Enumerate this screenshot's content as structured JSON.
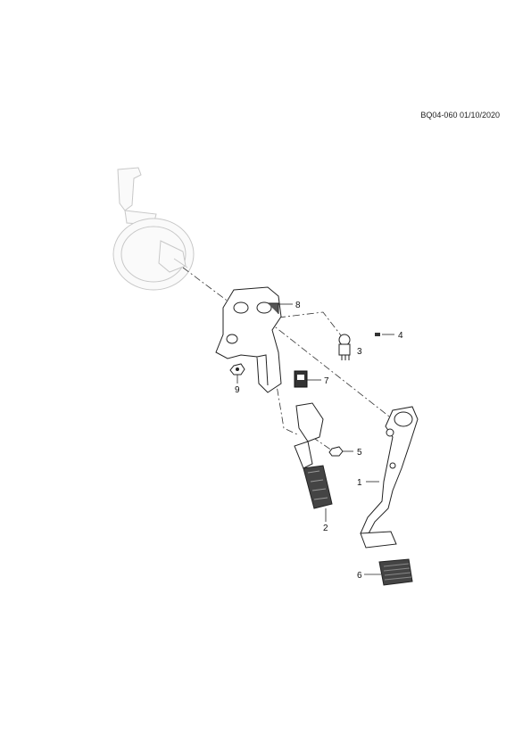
{
  "drawing_ref": "BQ04-060 01/10/2020",
  "callouts": [
    {
      "id": "1",
      "label": "1",
      "part": "brake-pedal-arm"
    },
    {
      "id": "2",
      "label": "2",
      "part": "accelerator-pedal"
    },
    {
      "id": "3",
      "label": "3",
      "part": "stop-lamp-switch"
    },
    {
      "id": "4",
      "label": "4",
      "part": "small-screw"
    },
    {
      "id": "5",
      "label": "5",
      "part": "accelerator-nut"
    },
    {
      "id": "6",
      "label": "6",
      "part": "brake-pedal-pad"
    },
    {
      "id": "7",
      "label": "7",
      "part": "clip-bracket"
    },
    {
      "id": "8",
      "label": "8",
      "part": "pedal-support-bracket"
    },
    {
      "id": "9",
      "label": "9",
      "part": "mounting-nut"
    }
  ]
}
